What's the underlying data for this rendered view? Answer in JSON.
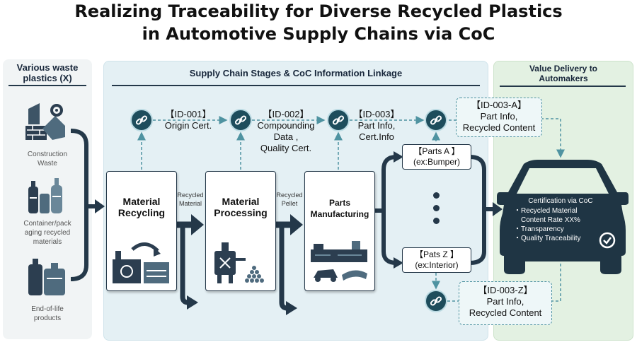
{
  "title": {
    "line1": "Realizing Traceability for Diverse Recycled Plastics",
    "line2": "in Automotive Supply Chains via CoC"
  },
  "left_panel": {
    "heading_line1": "Various waste",
    "heading_line2": "plastics (X)",
    "sources": [
      {
        "line1": "Construction",
        "line2": "Waste",
        "icon": "construction-waste-icon"
      },
      {
        "line1": "Container/pack",
        "line2": "aging recycled",
        "line3": "materials",
        "icon": "bottles-icon"
      },
      {
        "line1": "End-of-life",
        "line2": "products",
        "icon": "containers-icon"
      }
    ]
  },
  "mid_panel": {
    "heading": "Supply Chain Stages & CoC Information Linkage",
    "stages": [
      {
        "line1": "Material",
        "line2": "Recycling",
        "icon": "recycling-plant-icon"
      },
      {
        "line1": "Material",
        "line2": "Processing",
        "icon": "mixer-icon"
      },
      {
        "line1": "Parts",
        "line2": "Manufacturing",
        "icon": "molding-machine-icon"
      }
    ],
    "flow_labels": [
      {
        "line1": "Recycled",
        "line2": "Material"
      },
      {
        "line1": "Recycled",
        "line2": "Pellet"
      }
    ],
    "ids": [
      {
        "line1": "【ID-001】",
        "line2": "Origin Cert."
      },
      {
        "line1": "【ID-002】",
        "line2": "Compounding",
        "line3": "Data ,",
        "line4": "Quality Cert."
      },
      {
        "line1": "【ID-003】",
        "line2": "Part Info,",
        "line3": "Cert.Info"
      }
    ],
    "parts": [
      {
        "line1": "【Parts A 】",
        "line2": "(ex:Bumper)"
      },
      {
        "line1": "【Pats Z 】",
        "line2": "(ex:Interior)"
      }
    ],
    "link_icon": "chain-link-icon"
  },
  "id_boxes": [
    {
      "line1": "【ID-003-A】",
      "line2": "Part Info,",
      "line3": "Recycled Content"
    },
    {
      "line1": "【ID-003-Z】",
      "line2": "Part Info,",
      "line3": "Recycled Content"
    }
  ],
  "right_panel": {
    "heading_line1": "Value Delivery to",
    "heading_line2": "Automakers",
    "car": {
      "heading": "Certification via CoC",
      "items": [
        "・Recycled Material",
        "Content Rate XX%",
        "・Transparency",
        "・Quality Traceability"
      ],
      "icon": "car-icon",
      "check_icon": "check-circle-icon"
    }
  },
  "colors": {
    "dark_navy": "#243849",
    "teal": "#1e4d5c",
    "mid_panel_bg": "#e4f0f4",
    "right_panel_bg": "#e3f1e2",
    "dash": "#4f93a1"
  }
}
